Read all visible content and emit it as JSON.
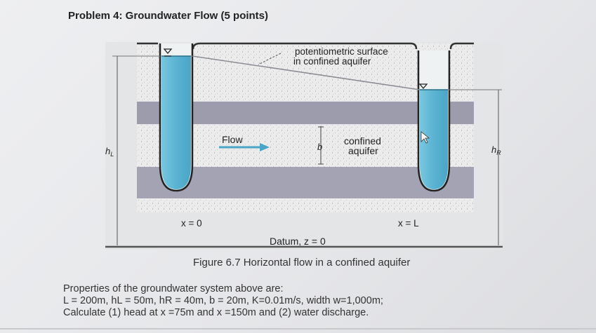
{
  "problem": {
    "title": "Problem 4: Groundwater Flow (5 points)"
  },
  "figure": {
    "label_potentiometric_line1": "potentiometric surface",
    "label_potentiometric_line2": "in confined aquifer",
    "label_flow": "Flow",
    "label_b": "b",
    "label_confined_line1": "confined",
    "label_confined_line2": "aquifer",
    "label_hL": "h",
    "label_hL_sub": "L",
    "label_hR": "h",
    "label_hR_sub": "R",
    "label_x0": "x = 0",
    "label_xL": "x = L",
    "label_datum": "Datum, z = 0",
    "caption": "Figure 6.7 Horizontal flow in a confined aquifer",
    "colors": {
      "water": "#5fb6d3",
      "confining_layer": "#9c9cad",
      "sand": "#e9e9ea"
    }
  },
  "properties": {
    "line1": "Properties of the groundwater system above are:",
    "line2": "L = 200m, hL = 50m, hR = 40m, b = 20m, K=0.01m/s, width w=1,000m;",
    "line3": "Calculate (1) head at x =75m and x =150m and (2) water discharge."
  }
}
